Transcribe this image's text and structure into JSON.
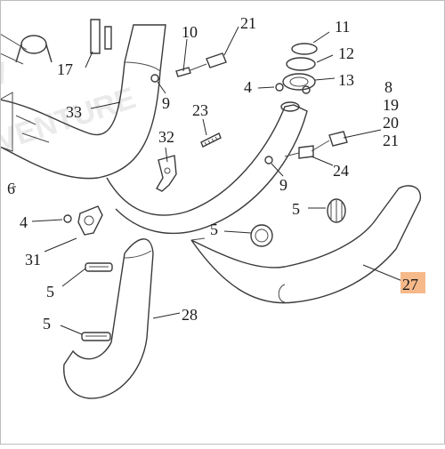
{
  "diagram": {
    "watermark": "VENTURE",
    "highlight_color": "#f6b98a",
    "callouts": {
      "c11": "11",
      "c10": "10",
      "c21a": "21",
      "c12": "12",
      "c13": "13",
      "c17": "17",
      "c4a": "4",
      "c8": "8",
      "c19": "19",
      "c20": "20",
      "c21b": "21",
      "c33": "33",
      "c9a": "9",
      "c23": "23",
      "c32": "32",
      "c24": "24",
      "c6": "6",
      "c9b": "9",
      "c5a": "5",
      "c4b": "4",
      "c5b": "5",
      "c31": "31",
      "c5c": "5",
      "c28": "28",
      "c27": "27",
      "c5d": "5"
    }
  }
}
